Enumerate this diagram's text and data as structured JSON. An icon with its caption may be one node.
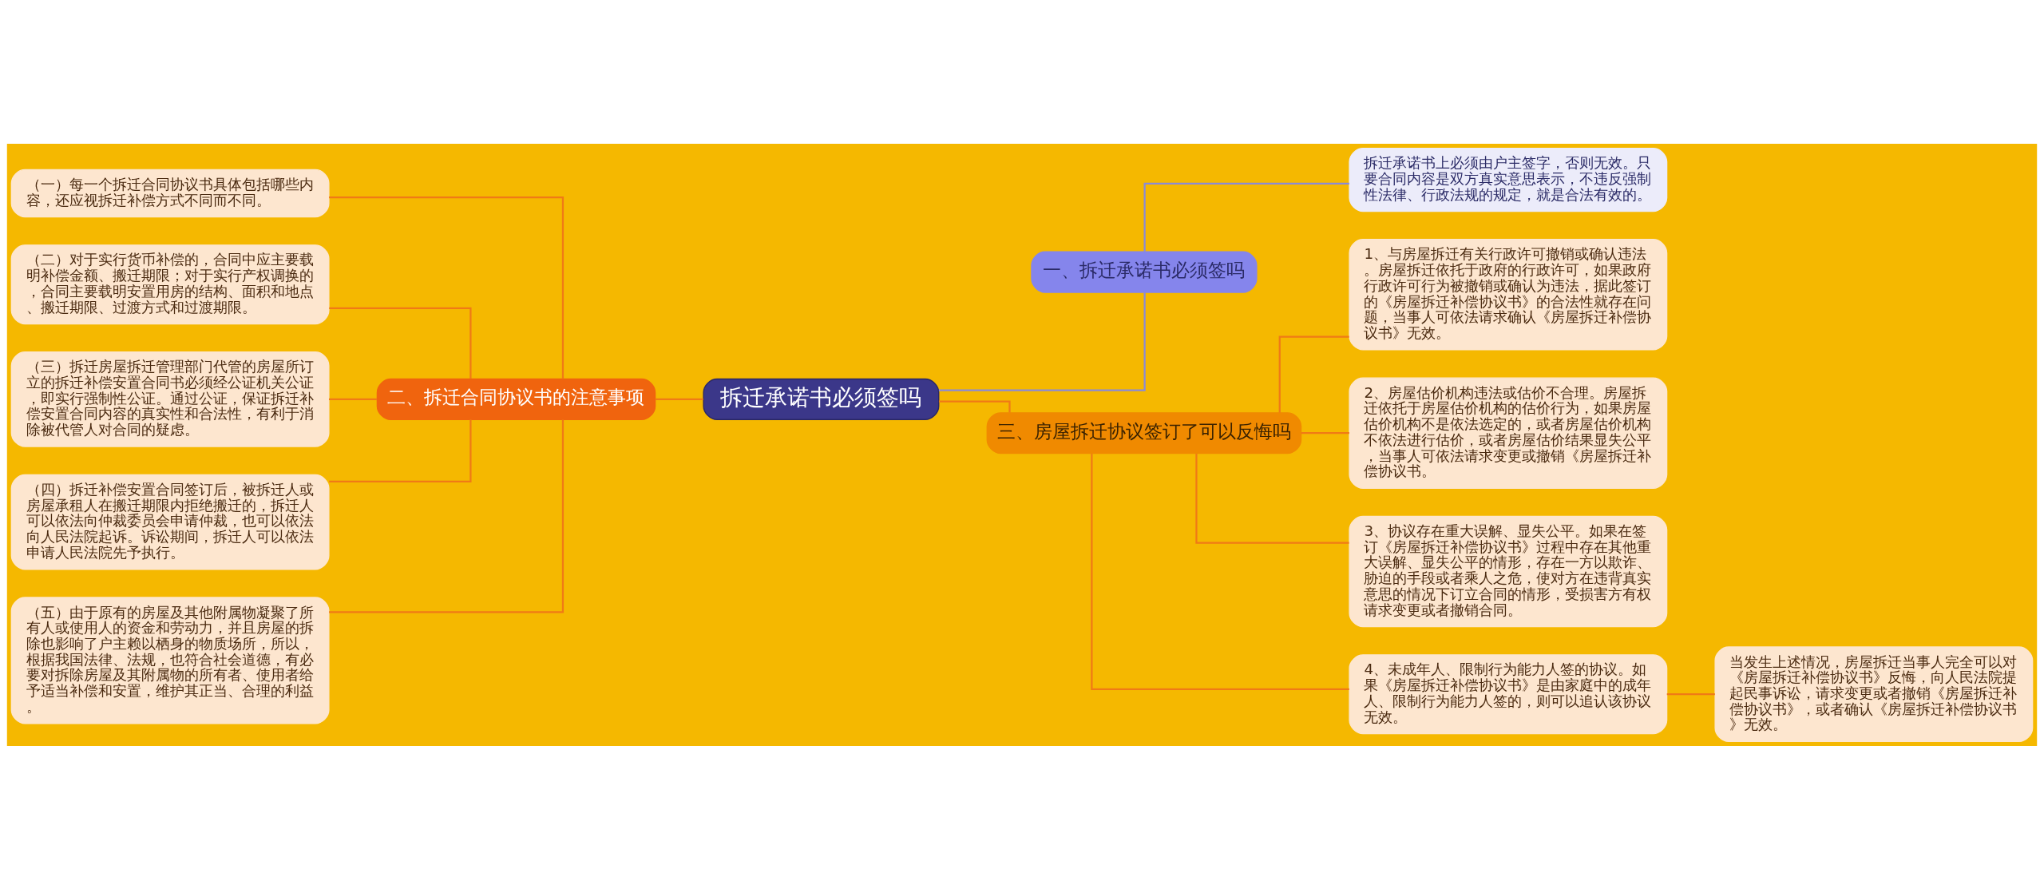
{
  "diagram": {
    "nodes": [
      {
        "text": [
          "拆迁承诺书必须签吗"
        ]
      },
      {
        "text": [
          "二、拆迁合同协议书的注意事项"
        ]
      },
      {
        "text": [
          "（一）每一个拆迁合同协议书具体包括哪些内容，还应视拆迁补偿方式不同而不同。"
        ]
      },
      {
        "text": [
          "（二）对于实行货币补偿的，合同中应主要载明补偿金额、搬迁期限；对于实行产权调换的，合同主要载明安置用房的结构、面积和地点、搬迁期限、过渡方式和过渡期限。"
        ]
      },
      {
        "text": [
          "（三）拆迁房屋拆迁管理部门代管的房屋所订立的拆迁补偿安置合同书必须经公证机关公证，即实行强制性公证。通过公证，保证拆迁补偿安置合同内容的真实性和合法性，有利于消除被代管人对合同的疑虑。"
        ]
      },
      {
        "text": [
          "（四）拆迁补偿安置合同签订后，被拆迁人或房屋承租人在搬迁期限内拒绝搬迁的，拆迁人可以依法向仲裁委员会申请仲裁，也可以依法向人民法院起诉。诉讼期间，拆迁人可以依法申请人民法院先予执行。"
        ]
      },
      {
        "text": [
          "（五）由于原有的房屋及其他附属物凝聚了所有人或使用人的资金和劳动力，并且房屋的拆除也影响了户主赖以栖身的物质场所，所以，根据我国法律、法规，也符合社会道德，有必要对拆除房屋及其附属物的所有者、使用者给予适当补偿和安置，维护其正当、合理的利益。"
        ]
      },
      {
        "text": [
          "一、拆迁承诺书必须签吗"
        ]
      },
      {
        "text": [
          "拆迁承诺书上必须由户主签字，否则无效。只要合同内容是双方真实意思表示，不违反强制性法律、行政法规的规定，就是合法有效的。"
        ]
      },
      {
        "text": [
          "三、房屋拆迁协议签订了可以反悔吗"
        ]
      },
      {
        "text": [
          "1、与房屋拆迁有关行政许可撤销或确认违法。房屋拆迁依托于政府的行政许可，如果政府行政许可行为被撤销或确认为违法，据此签订的《房屋拆迁补偿协议书》的合法性就存在问题，当事人可依法请求确认《房屋拆迁补偿协议书》无效。"
        ]
      },
      {
        "text": [
          "2、房屋估价机构违法或估价不合理。房屋拆迁依托于房屋估价机构的估价行为，如果房屋估价机构不是依法选定的，或者房屋估价机构不依法进行估价，或者房屋估价结果显失公平，当事人可依法请求变更或撤销《房屋拆迁补偿协议书。"
        ]
      },
      {
        "text": [
          "3、协议存在重大误解、显失公平。如果在签订《房屋拆迁补偿协议书》过程中存在其他重大误解、显失公平的情形，存在一方以欺诈、胁迫的手段或者乘人之危，使对方在违背真实意思的情况下订立合同的情形，受损害方有权请求变更或者撤销合同。"
        ]
      },
      {
        "text": [
          "4、未成年人、限制行为能力人签的协议。如果《房屋拆迁补偿协议书》是由家庭中的成年人、限制行为能力人签的，则可以追认该协议无效。"
        ]
      },
      {
        "text": [
          "当发生上述情况，房屋拆迁当事人完全可以对《房屋拆迁补偿协议书》反悔，向人民法院提起民事诉讼，请求变更或者撤销《房屋拆迁补偿协议书》，或者确认《房屋拆迁补偿协议书》无效。"
        ]
      }
    ],
    "edges": [
      {
        "from": 2,
        "to": 1,
        "arrow": "none"
      },
      {
        "from": 3,
        "to": 1,
        "arrow": "none"
      },
      {
        "from": 4,
        "to": 1,
        "arrow": "none"
      },
      {
        "from": 5,
        "to": 1,
        "arrow": "none"
      },
      {
        "from": 6,
        "to": 1,
        "arrow": "none"
      },
      {
        "from": 1,
        "to": 0,
        "arrow": "none"
      },
      {
        "from": 0,
        "to": 7,
        "arrow": "none",
        "color": "#8a8ad8"
      },
      {
        "from": 7,
        "to": 8,
        "arrow": "none",
        "color": "#8a8ad8"
      },
      {
        "from": 0,
        "to": 9,
        "arrow": "none"
      },
      {
        "from": 9,
        "to": 10,
        "arrow": "none"
      },
      {
        "from": 9,
        "to": 11,
        "arrow": "none"
      },
      {
        "from": 9,
        "to": 12,
        "arrow": "none"
      },
      {
        "from": 9,
        "to": 13,
        "arrow": "none"
      },
      {
        "from": 13,
        "to": 14,
        "arrow": "none"
      }
    ]
  }
}
